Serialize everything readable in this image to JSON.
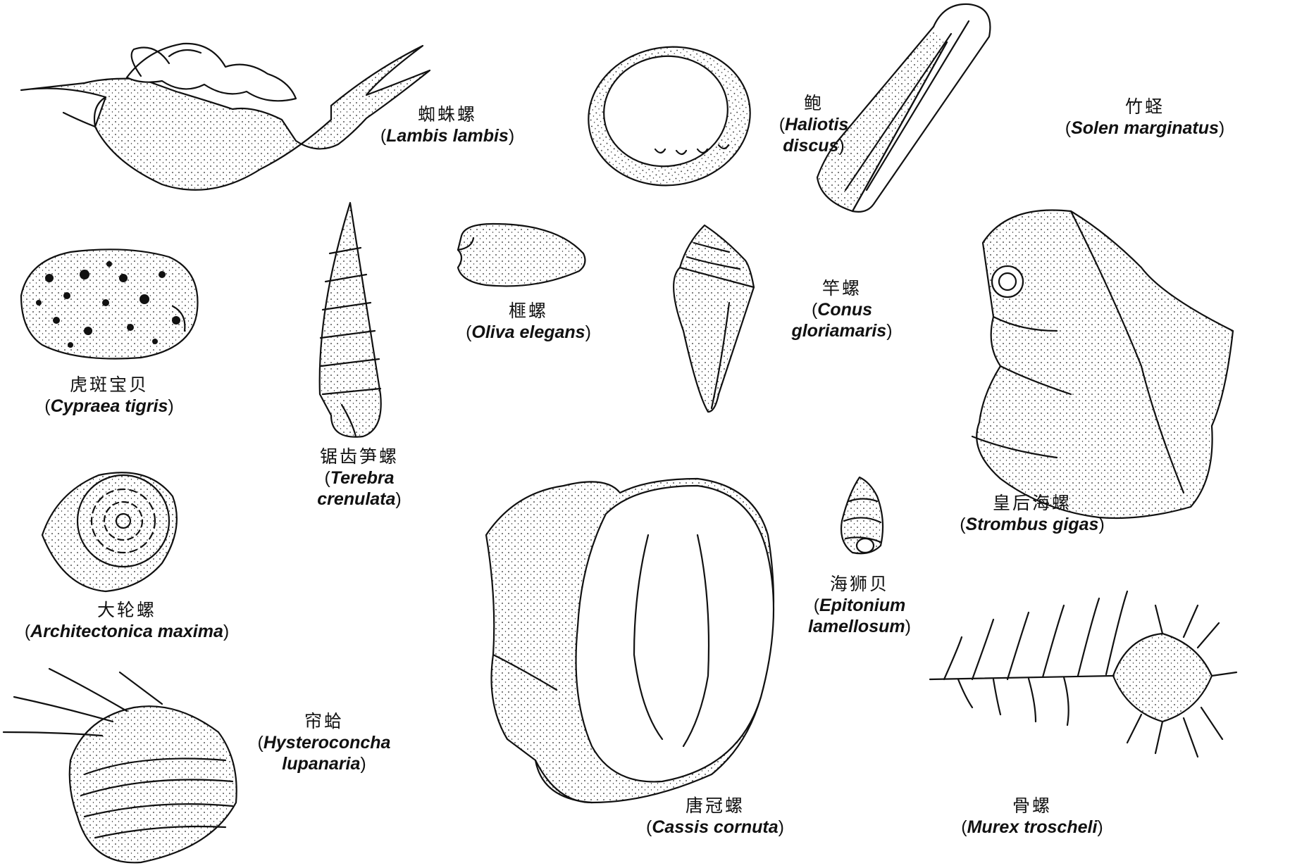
{
  "specimens": [
    {
      "cn": "蜘蛛螺",
      "sci": [
        "Lambis lambis"
      ],
      "icon": "spider-conch"
    },
    {
      "cn": "鲍",
      "sci": [
        "Haliotis",
        "discus"
      ],
      "icon": "abalone"
    },
    {
      "cn": "竹蛏",
      "sci": [
        "Solen marginatus"
      ],
      "icon": "razor-clam"
    },
    {
      "cn": "虎斑宝贝",
      "sci": [
        "Cypraea tigris"
      ],
      "icon": "tiger-cowrie"
    },
    {
      "cn": "锯齿笋螺",
      "sci": [
        "Terebra",
        "crenulata"
      ],
      "icon": "auger-shell"
    },
    {
      "cn": "榧螺",
      "sci": [
        "Oliva elegans"
      ],
      "icon": "olive-shell"
    },
    {
      "cn": "竿螺",
      "sci": [
        "Conus",
        "gloriamaris"
      ],
      "icon": "cone-shell"
    },
    {
      "cn": "皇后海螺",
      "sci": [
        "Strombus gigas"
      ],
      "icon": "queen-conch"
    },
    {
      "cn": "大轮螺",
      "sci": [
        "Architectonica maxima"
      ],
      "icon": "sundial-shell"
    },
    {
      "cn": "海狮贝",
      "sci": [
        "Epitonium",
        "lamellosum"
      ],
      "icon": "wentletrap"
    },
    {
      "cn": "帘蛤",
      "sci": [
        "Hysteroconcha",
        "lupanaria"
      ],
      "icon": "venus-clam"
    },
    {
      "cn": "唐冠螺",
      "sci": [
        "Cassis cornuta"
      ],
      "icon": "helmet-shell"
    },
    {
      "cn": "骨螺",
      "sci": [
        "Murex troscheli"
      ],
      "icon": "murex-shell"
    }
  ],
  "colors": {
    "ink": "#111111",
    "background": "#ffffff"
  }
}
